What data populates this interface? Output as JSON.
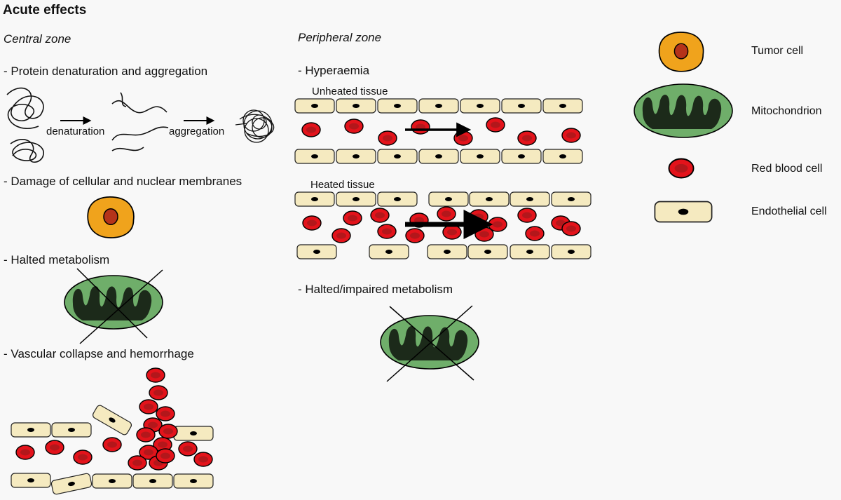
{
  "title": "Acute effects",
  "central": {
    "heading": "Central zone",
    "items": [
      "- Protein denaturation and aggregation",
      "- Damage of cellular and nuclear membranes",
      "- Halted metabolism",
      "-  Vascular collapse and hemorrhage"
    ],
    "step1": "denaturation",
    "step2": "aggregation"
  },
  "peripheral": {
    "heading": "Peripheral zone",
    "items": [
      "- Hyperaemia",
      "- Halted/impaired metabolism"
    ],
    "unheated": "Unheated tissue",
    "heated": "Heated tissue"
  },
  "legend": [
    {
      "label": "Tumor cell",
      "icon": "tumor-cell-icon"
    },
    {
      "label": "Mitochondrion",
      "icon": "mitochondrion-icon"
    },
    {
      "label": "Red blood cell",
      "icon": "red-blood-cell-icon"
    },
    {
      "label": "Endothelial cell",
      "icon": "endothelial-cell-icon"
    }
  ],
  "colors": {
    "rbc": "#e3131b",
    "rbc_core": "#9b1b1b",
    "endothelial": "#f5eac0",
    "tumor": "#f0a31c",
    "tumor_nucleus": "#b5331a",
    "mito": "#6fae6a",
    "mito_inner": "#1c2a1a"
  }
}
